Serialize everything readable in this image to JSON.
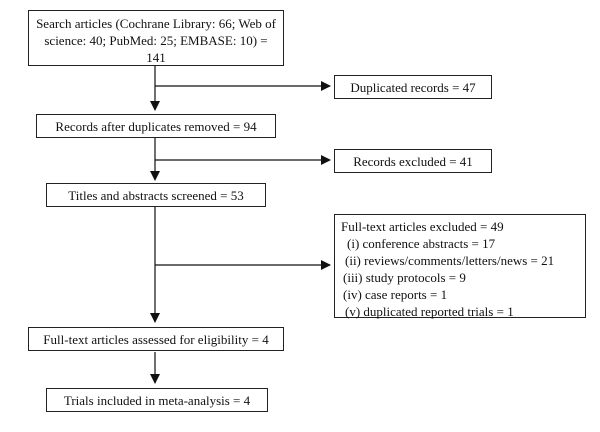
{
  "flowchart": {
    "search": "Search articles (Cochrane Library: 66; Web of science: 40; PubMed: 25; EMBASE: 10) = 141",
    "duplicated": "Duplicated records = 47",
    "after_duplicates": "Records after duplicates removed = 94",
    "records_excluded": "Records excluded = 41",
    "screened": "Titles and abstracts screened = 53",
    "fulltext_excluded": {
      "title": "Full-text articles excluded = 49",
      "reasons": [
        "(i) conference abstracts = 17",
        "(ii) reviews/comments/letters/news = 21",
        "(iii) study protocols = 9",
        "(iv) case reports = 1",
        "(v) duplicated reported trials = 1"
      ]
    },
    "assessed": "Full-text articles assessed for eligibility = 4",
    "included": "Trials included in meta-analysis = 4"
  }
}
